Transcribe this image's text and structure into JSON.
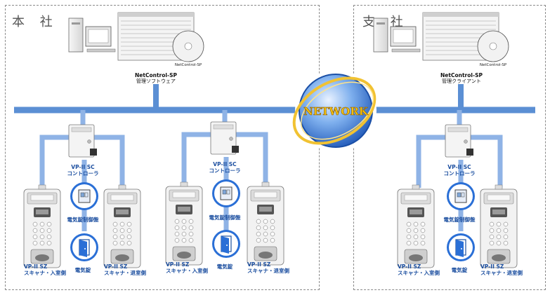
{
  "head_office": {
    "title": "本 社",
    "software": {
      "name": "NetControl-SP",
      "subtitle": "管理ソフトウェア",
      "disc": "NetControl-SP"
    },
    "controllers": [
      {
        "label_line1": "VP-II SC",
        "label_line2": "コントローラ",
        "lock_device": "電気錠制御盤",
        "lock": "電気錠",
        "scanner_in_line1": "VP-II SZ",
        "scanner_in_line2": "スキャナ・入室側",
        "scanner_out_line1": "VP-II SZ",
        "scanner_out_line2": "スキャナ・退室側"
      },
      {
        "label_line1": "VP-II SC",
        "label_line2": "コントローラ",
        "lock_device": "電気錠制御盤",
        "lock": "電気錠",
        "scanner_in_line1": "VP-II SZ",
        "scanner_in_line2": "スキャナ・入室側",
        "scanner_out_line1": "VP-II SZ",
        "scanner_out_line2": "スキャナ・退室側"
      }
    ]
  },
  "branch_office": {
    "title": "支 社",
    "software": {
      "name": "NetControl-SP",
      "subtitle": "管理クライアント",
      "disc": "NetControl-SP"
    },
    "controllers": [
      {
        "label_line1": "VP-II SC",
        "label_line2": "コントローラ",
        "lock_device": "電気錠制御盤",
        "lock": "電気錠",
        "scanner_in_line1": "VP-II SZ",
        "scanner_in_line2": "スキャナ・入室側",
        "scanner_out_line1": "VP-II SZ",
        "scanner_out_line2": "スキャナ・退室側"
      }
    ]
  },
  "network_label": "NETWORK",
  "colors": {
    "backbone": "#5b8fd4",
    "branch_line": "#8fb3e6",
    "network_globe": "#2f6fd0",
    "network_ring": "#f1c232",
    "label_text": "#1c4fa0",
    "device_circle": "#2a6fd6"
  }
}
